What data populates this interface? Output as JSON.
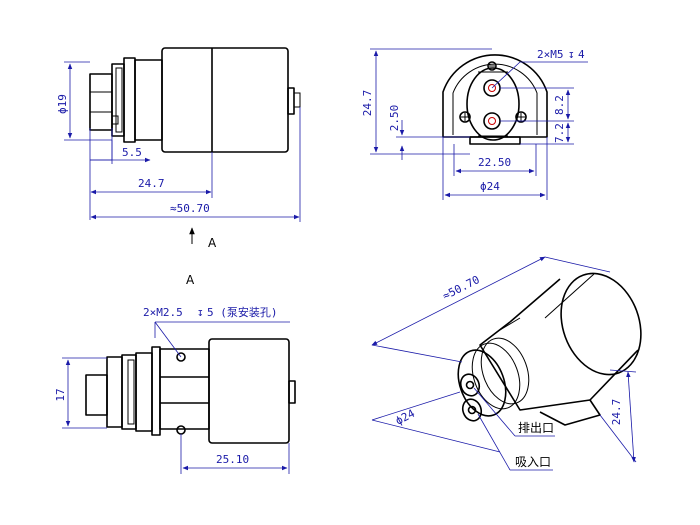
{
  "front_view": {
    "dia19": "ϕ19",
    "dim_5_5": "5.5",
    "dim_24_7": "24.7",
    "dim_total": "≈50.70"
  },
  "view_marker": {
    "arrow_label": "A",
    "view_label": "A"
  },
  "end_view": {
    "thread_note": "2×M5",
    "thread_depth": "4",
    "height": "24.7",
    "base_height": "2.50",
    "spacing_upper": "8.2",
    "spacing_lower": "7.2",
    "width": "22.50",
    "diameter": "ϕ24"
  },
  "bottom_view": {
    "mount_note": "2×M2.5",
    "mount_depth": "5 (泵安装孔)",
    "height": "17",
    "length": "25.10"
  },
  "iso_view": {
    "length": "≈50.70",
    "diameter": "ϕ24",
    "height": "24.7",
    "outlet_label": "排出口",
    "inlet_label": "吸入口"
  }
}
